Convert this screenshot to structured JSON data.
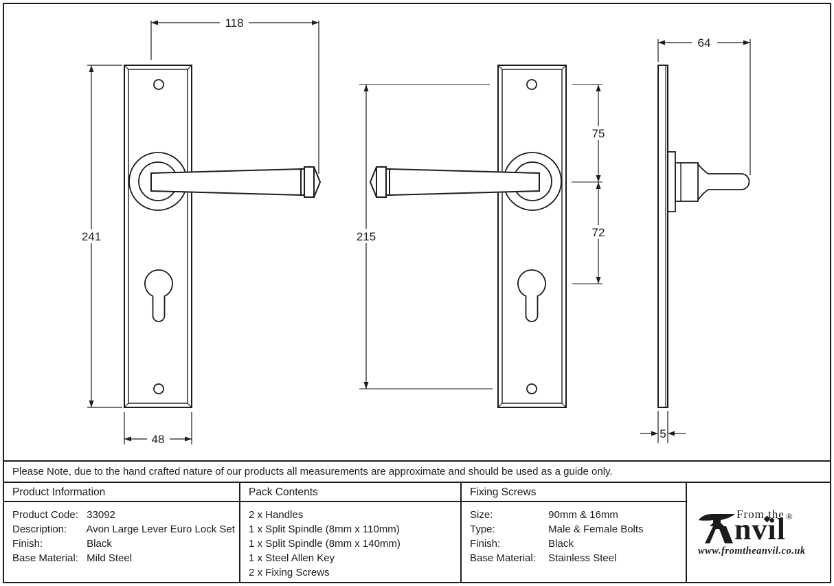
{
  "note": "Please Note, due to the hand crafted nature of our products all measurements are approximate and should be used as a guide only.",
  "drawing": {
    "dims": {
      "front_width": "118",
      "plate_height": "241",
      "plate_width": "48",
      "fixing_centres": "215",
      "top_to_spindle": "75",
      "spindle_to_euro": "72",
      "projection": "64",
      "plate_thickness": "5"
    }
  },
  "table": {
    "product_info": {
      "header": "Product Information",
      "rows": [
        {
          "label": "Product Code:",
          "value": "33092"
        },
        {
          "label": "Description:",
          "value": "Avon Large Lever Euro Lock Set"
        },
        {
          "label": "Finish:",
          "value": "Black"
        },
        {
          "label": "Base Material:",
          "value": "Mild Steel"
        }
      ]
    },
    "pack_contents": {
      "header": "Pack Contents",
      "items": [
        "2 x Handles",
        "1 x Split Spindle (8mm x 110mm)",
        "1 x Split Spindle (8mm x 140mm)",
        "1 x Steel Allen Key",
        "2 x Fixing Screws"
      ]
    },
    "fixing_screws": {
      "header": "Fixing Screws",
      "rows": [
        {
          "label": "Size:",
          "value": "90mm & 16mm"
        },
        {
          "label": "Type:",
          "value": "Male & Female Bolts"
        },
        {
          "label": "Finish:",
          "value": "Black"
        },
        {
          "label": "Base Material:",
          "value": "Stainless Steel"
        }
      ]
    }
  },
  "logo": {
    "from_the": "From the",
    "name": "Anvil",
    "registered": "®",
    "url": "www.fromtheanvil.co.uk"
  },
  "colors": {
    "ink": "#1c1c1c",
    "background": "#ffffff"
  }
}
